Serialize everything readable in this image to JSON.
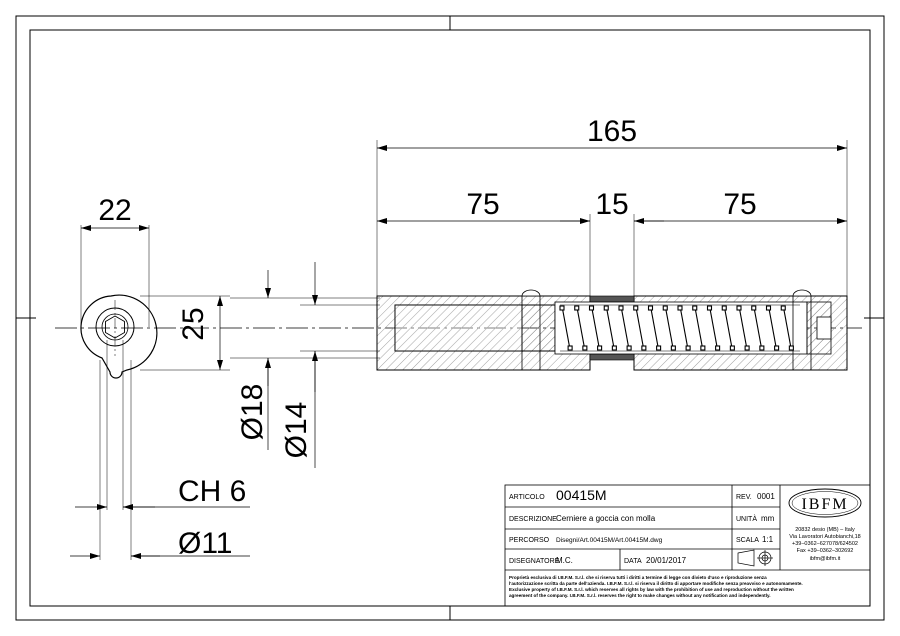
{
  "dimensions": {
    "overall_length": "165",
    "left_section": "75",
    "middle_section": "15",
    "right_section": "75",
    "head_width": "22",
    "head_height": "25",
    "outer_diameter": "Ø18",
    "inner_diameter": "Ø14",
    "hex_key": "CH 6",
    "pin_diameter": "Ø11"
  },
  "title_block": {
    "articolo_label": "ARTICOLO",
    "articolo_value": "00415M",
    "rev_label": "REV.",
    "rev_value": "0001",
    "descrizione_label": "DESCRIZIONE",
    "descrizione_value": "Cerniere a goccia con molla",
    "unita_label": "UNITÀ",
    "unita_value": "mm",
    "percorso_label": "PERCORSO",
    "percorso_value": "Disegni/Art.00415M/Art.00415M.dwg",
    "scala_label": "SCALA",
    "scala_value": "1:1",
    "disegnatore_label": "DISEGNATORE",
    "disegnatore_value": "M.C.",
    "data_label": "DATA",
    "data_value": "20/01/2017",
    "logo_text": "IBFM",
    "address_line1": "20832 desio (MB) – Italy",
    "address_line2": "Via Lavoratori Autobianchi,18",
    "address_line3": "+39–0362–627078/624502",
    "address_line4": "Fax +39–0362–302692",
    "address_line5": "ibfm@ibfm.it",
    "legal_line1": "Proprietà esclusiva di I.B.F.M. S.r.l. che si riserva tutti i diritti a termine di legge con divieto d'uso e riproduzione senza",
    "legal_line2": "l'autorizzazione scritta da parte dell'azienda. I.B.F.M. S.r.l. si riserva il diritto di apportare modifiche senza preavviso e autonomamente.",
    "legal_line3": "Exclusive property of I.B.F.M. S.r.l. which reserves all rights by law with the prohibition of use and reproduction without the written",
    "legal_line4": "agreement of the company. I.B.F.M. S.r.l. reserves the right to make changes without any notification and independently."
  }
}
